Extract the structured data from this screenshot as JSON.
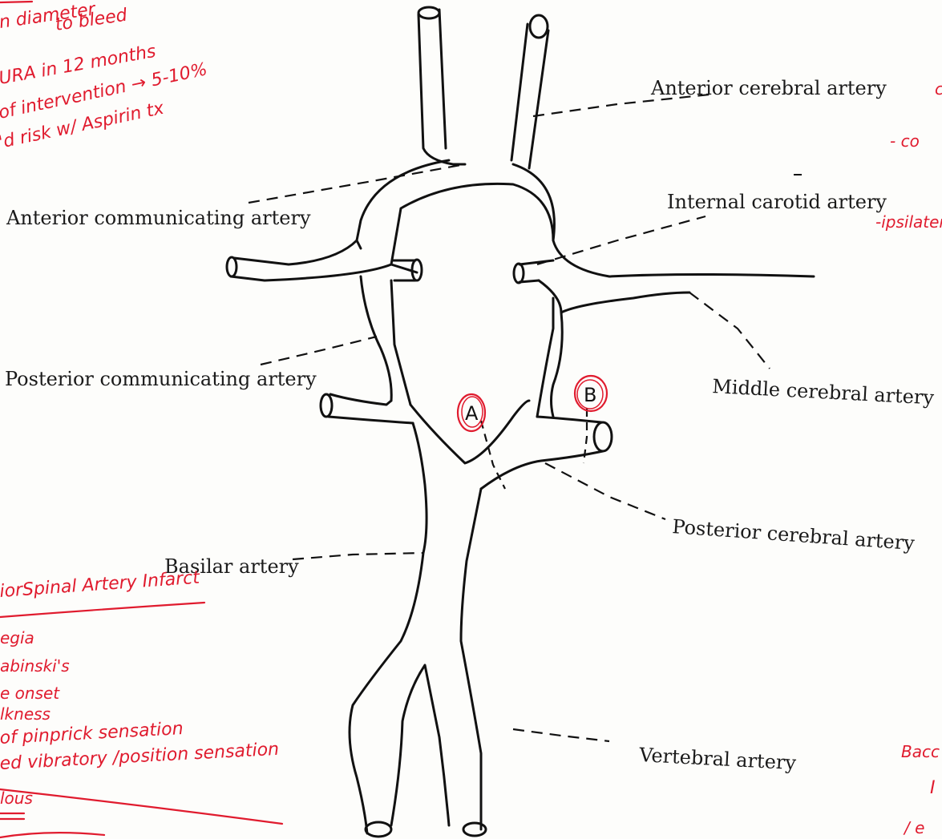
{
  "labels": {
    "aca": "Anterior cerebral artery",
    "acom": "Anterior communicating artery",
    "ica": "Internal carotid artery",
    "pcom": "Posterior communicating artery",
    "mca": "Middle cerebral artery",
    "pca": "Posterior cerebral artery",
    "basilar": "Basilar artery",
    "vertebral": "Vertebral artery"
  },
  "markers": {
    "a": "A",
    "b": "B"
  },
  "notes": {
    "top_left": [
      "n diameter",
      "to bleed",
      "URA   in 12 months",
      "of intervention → 5-10%",
      "'d risk w/ Aspirin tx"
    ],
    "bottom_left_title": "iorSpinal Artery Infarct",
    "bottom_left": [
      "egia",
      "abinski's",
      "e onset",
      "lkness",
      "of pinprick sensation",
      "ed vibratory /position sensation",
      "lous"
    ],
    "right": {
      "r1": "c",
      "r2": "- co",
      "r3": "-ipsilatera",
      "r4": "Bacc",
      "r5": "I",
      "r6": "/ e"
    }
  },
  "colors": {
    "ink": "#111111",
    "annotation": "#e01b2e"
  }
}
